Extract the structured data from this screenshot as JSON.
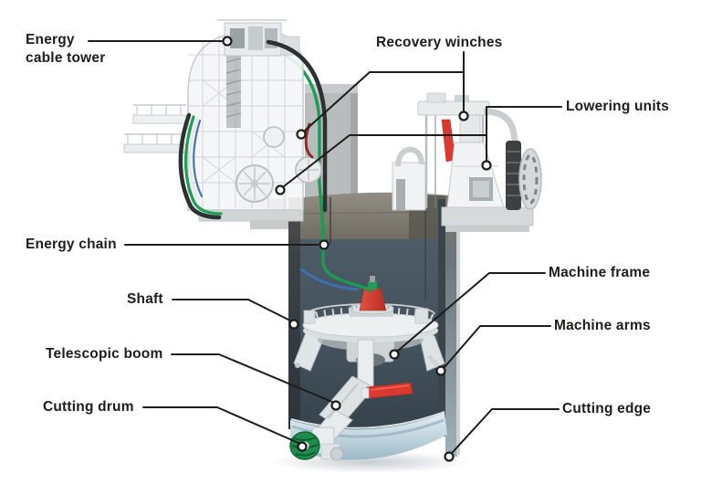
{
  "figure": {
    "type": "labeled-cutaway-diagram",
    "subject": "Shaft boring machine in shaft cross-section with surface headframe towers",
    "background": "#ffffff"
  },
  "labels": {
    "energy_cable_tower": {
      "lines": [
        "Energy",
        "cable tower"
      ]
    },
    "recovery_winches": {
      "text": "Recovery winches"
    },
    "lowering_units": {
      "text": "Lowering units"
    },
    "energy_chain": {
      "text": "Energy chain"
    },
    "shaft": {
      "text": "Shaft"
    },
    "machine_frame": {
      "text": "Machine frame"
    },
    "machine_arms": {
      "text": "Machine arms"
    },
    "telescopic_boom": {
      "text": "Telescopic boom"
    },
    "cutting_drum": {
      "text": "Cutting drum"
    },
    "cutting_edge": {
      "text": "Cutting edge"
    }
  },
  "colors": {
    "label_text": "#1d1d1b",
    "leader_line": "#1d1d1b",
    "shaft_interior": "#45535d",
    "shaft_collar": "#8b877d",
    "machine_body": "#eef1f2",
    "energy_chain_green": "#1b9b52",
    "hydraulics_red": "#d9392e",
    "cable_blue": "#3f6fae",
    "cutting_edge_band": "#c3d6e0"
  }
}
